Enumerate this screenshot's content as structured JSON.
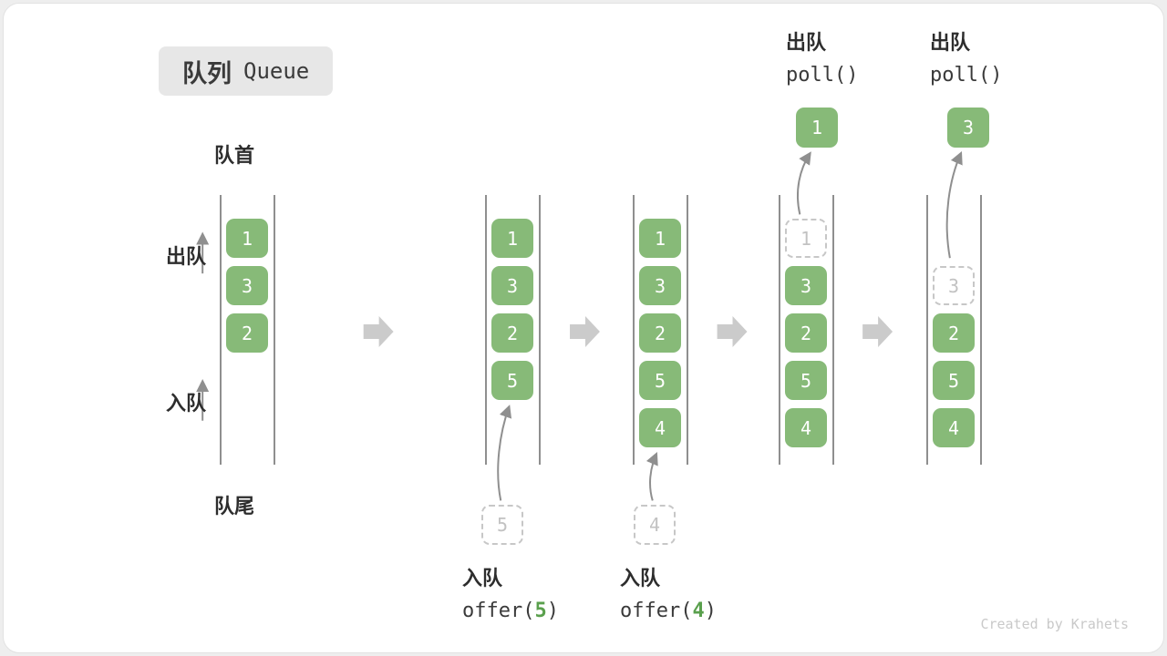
{
  "badge": {
    "zh": "队列",
    "en": "Queue"
  },
  "labels": {
    "front": "队首",
    "rear": "队尾",
    "dequeue": "出队",
    "enqueue": "入队"
  },
  "queues": {
    "q1": {
      "cells": [
        "1",
        "3",
        "2"
      ]
    },
    "q2": {
      "cells": [
        "1",
        "3",
        "2",
        "5"
      ],
      "incoming": "5"
    },
    "q3": {
      "cells": [
        "1",
        "3",
        "2",
        "5",
        "4"
      ],
      "incoming": "4"
    },
    "q4": {
      "removed": "1",
      "cells": [
        "3",
        "2",
        "5",
        "4"
      ],
      "polled": "1"
    },
    "q5": {
      "removed": "3",
      "cells": [
        "2",
        "5",
        "4"
      ],
      "polled": "3"
    }
  },
  "annotations": {
    "poll_q4": {
      "action": "出队",
      "code": "poll()"
    },
    "poll_q5": {
      "action": "出队",
      "code": "poll()"
    },
    "offer_q2": {
      "action": "入队",
      "code_pre": "offer(",
      "num": "5",
      "code_post": ")"
    },
    "offer_q3": {
      "action": "入队",
      "code_pre": "offer(",
      "num": "4",
      "code_post": ")"
    }
  },
  "footer": "Created by Krahets",
  "colors": {
    "cell_green": "#87ba78",
    "code_number_green": "#5aa04d",
    "block_arrow_gray": "#cbcbcb",
    "line_gray": "#8f8f8f"
  }
}
